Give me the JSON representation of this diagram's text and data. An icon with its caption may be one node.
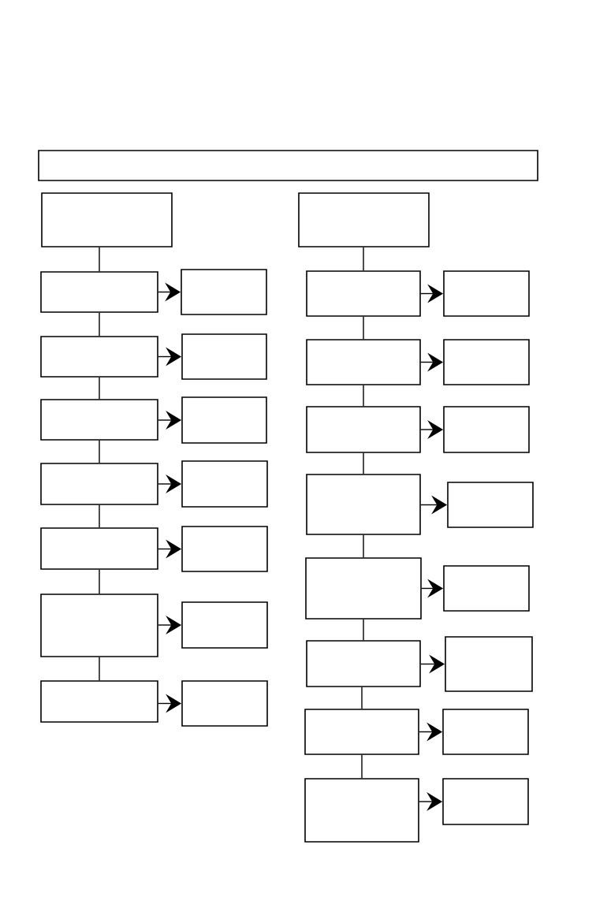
{
  "diagram": {
    "nodes": [
      {
        "text": [],
        "shape": "box"
      },
      {
        "text": [],
        "shape": "box"
      },
      {
        "text": [],
        "shape": "box"
      },
      {
        "text": [],
        "shape": "box"
      },
      {
        "text": [],
        "shape": "box"
      },
      {
        "text": [],
        "shape": "box"
      },
      {
        "text": [],
        "shape": "box"
      },
      {
        "text": [],
        "shape": "box"
      },
      {
        "text": [],
        "shape": "box"
      },
      {
        "text": [],
        "shape": "box"
      },
      {
        "text": [],
        "shape": "box"
      },
      {
        "text": [],
        "shape": "box"
      },
      {
        "text": [],
        "shape": "box"
      },
      {
        "text": [],
        "shape": "box"
      },
      {
        "text": [],
        "shape": "box"
      },
      {
        "text": [],
        "shape": "box"
      },
      {
        "text": [],
        "shape": "box"
      },
      {
        "text": [],
        "shape": "box"
      },
      {
        "text": [],
        "shape": "box"
      },
      {
        "text": [],
        "shape": "box"
      },
      {
        "text": [],
        "shape": "box"
      },
      {
        "text": [],
        "shape": "box"
      },
      {
        "text": [],
        "shape": "box"
      },
      {
        "text": [],
        "shape": "box"
      },
      {
        "text": [],
        "shape": "box"
      },
      {
        "text": [],
        "shape": "box"
      },
      {
        "text": [],
        "shape": "box"
      },
      {
        "text": [],
        "shape": "box"
      },
      {
        "text": [],
        "shape": "box"
      },
      {
        "text": [],
        "shape": "box"
      },
      {
        "text": [],
        "shape": "box"
      },
      {
        "text": [],
        "shape": "box"
      },
      {
        "text": [],
        "shape": "box"
      }
    ],
    "edges": [
      {
        "from": 1,
        "to": 2,
        "arrow": "none"
      },
      {
        "from": 2,
        "to": 3,
        "arrow": "to"
      },
      {
        "from": 2,
        "to": 4,
        "arrow": "none"
      },
      {
        "from": 4,
        "to": 5,
        "arrow": "to"
      },
      {
        "from": 4,
        "to": 6,
        "arrow": "none"
      },
      {
        "from": 6,
        "to": 7,
        "arrow": "to"
      },
      {
        "from": 6,
        "to": 8,
        "arrow": "none"
      },
      {
        "from": 8,
        "to": 9,
        "arrow": "to"
      },
      {
        "from": 8,
        "to": 10,
        "arrow": "none"
      },
      {
        "from": 10,
        "to": 11,
        "arrow": "to"
      },
      {
        "from": 10,
        "to": 12,
        "arrow": "none"
      },
      {
        "from": 12,
        "to": 13,
        "arrow": "to"
      },
      {
        "from": 12,
        "to": 14,
        "arrow": "none"
      },
      {
        "from": 14,
        "to": 15,
        "arrow": "to"
      },
      {
        "from": 16,
        "to": 17,
        "arrow": "none"
      },
      {
        "from": 17,
        "to": 18,
        "arrow": "to"
      },
      {
        "from": 17,
        "to": 19,
        "arrow": "none"
      },
      {
        "from": 19,
        "to": 20,
        "arrow": "to"
      },
      {
        "from": 19,
        "to": 21,
        "arrow": "none"
      },
      {
        "from": 21,
        "to": 22,
        "arrow": "to"
      },
      {
        "from": 21,
        "to": 23,
        "arrow": "none"
      },
      {
        "from": 23,
        "to": 24,
        "arrow": "to"
      },
      {
        "from": 23,
        "to": 25,
        "arrow": "none"
      },
      {
        "from": 25,
        "to": 26,
        "arrow": "to"
      },
      {
        "from": 25,
        "to": 27,
        "arrow": "none"
      },
      {
        "from": 27,
        "to": 28,
        "arrow": "to"
      },
      {
        "from": 27,
        "to": 29,
        "arrow": "none"
      },
      {
        "from": 29,
        "to": 30,
        "arrow": "to"
      },
      {
        "from": 29,
        "to": 31,
        "arrow": "none"
      },
      {
        "from": 31,
        "to": 32,
        "arrow": "to"
      }
    ]
  }
}
